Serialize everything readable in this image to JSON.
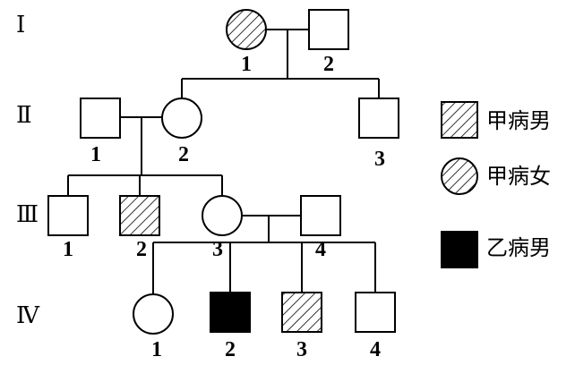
{
  "generations": {
    "I": "Ⅰ",
    "II": "Ⅱ",
    "III": "Ⅲ",
    "IV": "Ⅳ"
  },
  "individuals": {
    "I1": {
      "label": "1",
      "sex": "female",
      "status": "disease_A"
    },
    "I2": {
      "label": "2",
      "sex": "male",
      "status": "normal"
    },
    "II1": {
      "label": "1",
      "sex": "male",
      "status": "normal"
    },
    "II2": {
      "label": "2",
      "sex": "female",
      "status": "normal"
    },
    "II3": {
      "label": "3",
      "sex": "male",
      "status": "normal"
    },
    "III1": {
      "label": "1",
      "sex": "male",
      "status": "normal"
    },
    "III2": {
      "label": "2",
      "sex": "male",
      "status": "disease_A"
    },
    "III3": {
      "label": "3",
      "sex": "female",
      "status": "normal"
    },
    "III4": {
      "label": "4",
      "sex": "male",
      "status": "normal"
    },
    "IV1": {
      "label": "1",
      "sex": "female",
      "status": "normal"
    },
    "IV2": {
      "label": "2",
      "sex": "male",
      "status": "disease_B"
    },
    "IV3": {
      "label": "3",
      "sex": "male",
      "status": "disease_A"
    },
    "IV4": {
      "label": "4",
      "sex": "male",
      "status": "normal"
    }
  },
  "legend": {
    "disease_a_male": "甲病男",
    "disease_a_female": "甲病女",
    "disease_b_male": "乙病男"
  },
  "colors": {
    "line": "#000000",
    "fill_affected_b": "#000000",
    "background": "#ffffff"
  }
}
